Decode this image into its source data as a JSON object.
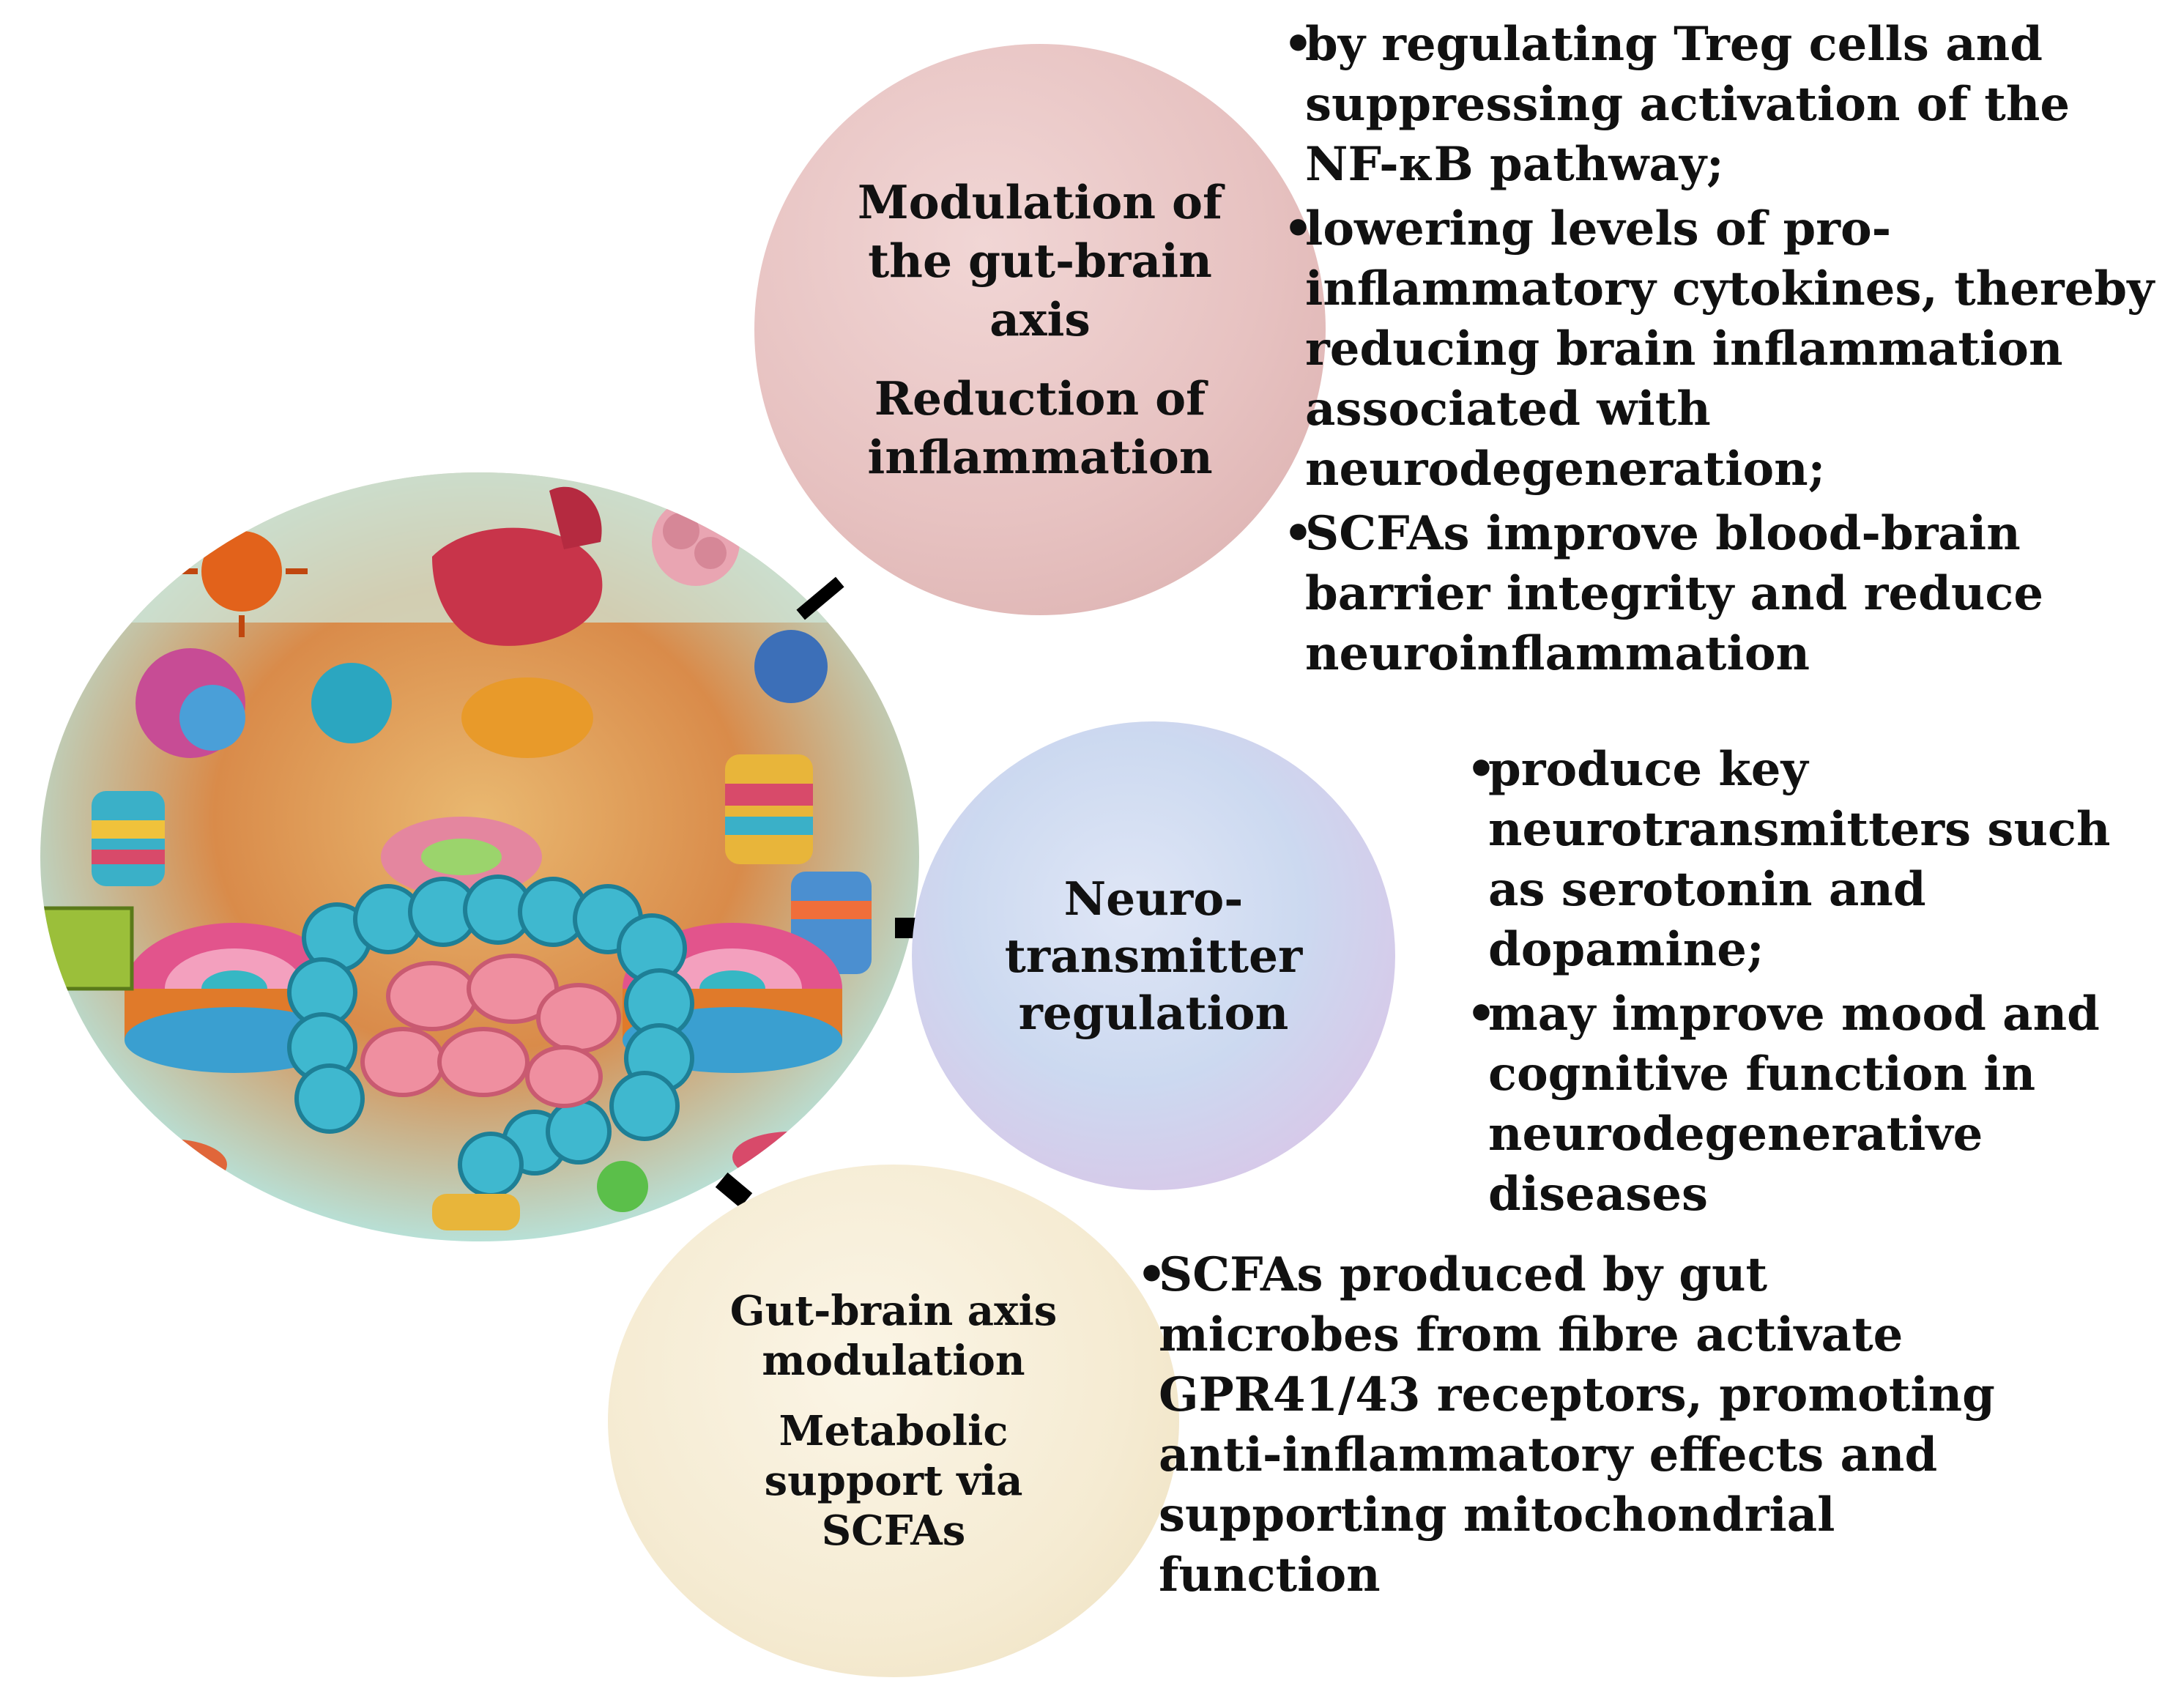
{
  "illustration": {
    "icon": "gut-microbiome-illustration-icon"
  },
  "top": {
    "title_lines_1": [
      "Modulation of",
      "the gut-brain",
      "axis"
    ],
    "title_lines_2": [
      "Reduction of",
      "inflammation"
    ],
    "bullets": [
      "by regulating Treg cells and suppressing activation of the NF-κB pathway;",
      "lowering levels of pro-inflammatory cytokines, thereby reducing brain inflammation associated with neurodegeneration;",
      "SCFAs improve blood-brain barrier integrity and reduce neuroinflammation"
    ]
  },
  "middle": {
    "title_lines": [
      "Neuro-",
      "transmitter",
      "regulation"
    ],
    "bullets": [
      "produce key neurotransmitters such as serotonin and dopamine;",
      "may improve mood and cognitive function in neurodegenerative diseases"
    ]
  },
  "bottom": {
    "title_lines_1": [
      "Gut-brain axis",
      "modulation"
    ],
    "title_lines_2": [
      "Metabolic",
      "support via",
      "SCFAs"
    ],
    "bullets": [
      "SCFAs produced by gut microbes from fibre activate GPR41/43 receptors, promoting anti-inflammatory effects and supporting mitochondrial function"
    ]
  },
  "colors": {
    "top_circle": "#e7c2c1",
    "middle_circle": "#ccd9f0",
    "bottom_circle": "#f5ebd2",
    "connector": "#000000"
  }
}
